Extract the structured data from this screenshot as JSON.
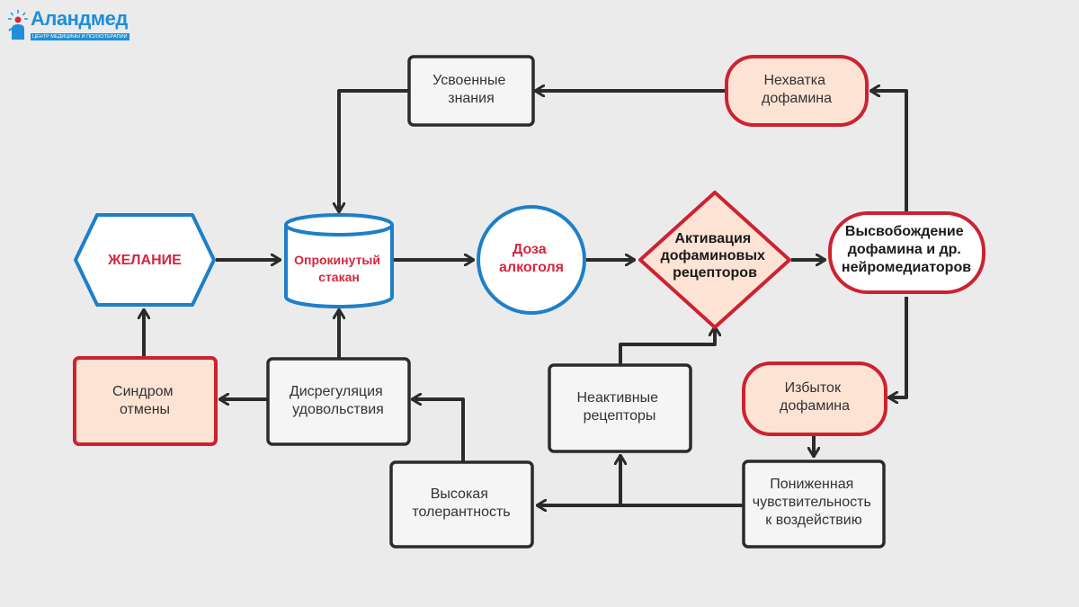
{
  "logo": {
    "name": "Аландмед",
    "subtitle": "ЦЕНТР МЕДИЦИНЫ И ПСИХОТЕРАПИИ"
  },
  "nodes": {
    "zhelanie": [
      "ЖЕЛАНИЕ"
    ],
    "stakan": [
      "Опрокинутый",
      "стакан"
    ],
    "doza": [
      "Доза",
      "алкоголя"
    ],
    "aktivatsiya": [
      "Активация",
      "дофаминовых",
      "рецепторов"
    ],
    "vysvobozhdenie": [
      "Высвобождение",
      "дофамина и др.",
      "нейромедиаторов"
    ],
    "nekhvatka": [
      "Нехватка",
      "дофамина"
    ],
    "usvoennye": [
      "Усвоенные",
      "знания"
    ],
    "izbytok": [
      "Избыток",
      "дофамина"
    ],
    "ponizhennaya": [
      "Пониженная",
      "чувствительность",
      "к воздействию"
    ],
    "neaktivnye": [
      "Неактивные",
      "рецепторы"
    ],
    "vysokaya": [
      "Высокая",
      "толерантность"
    ],
    "disregulyatsiya": [
      "Дисрегуляция",
      "удовольствия"
    ],
    "sindrom": [
      "Синдром",
      "отмены"
    ]
  },
  "colors": {
    "background": "#ebebeb",
    "blue": "#1e7fc9",
    "red": "#cc2231",
    "peach": "#fde3d4",
    "dark": "#2b2b2b",
    "label_red": "#d7263d"
  }
}
